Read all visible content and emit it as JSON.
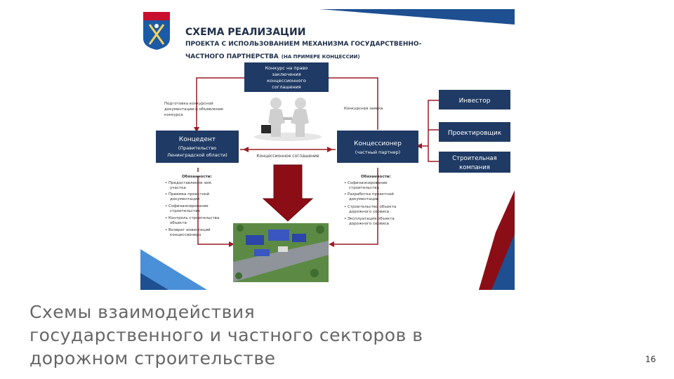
{
  "slide": {
    "caption_lines": [
      "Схемы взаимодействия",
      "государственного и частного секторов в",
      "дорожном строительстве"
    ],
    "page_number": "16"
  },
  "scheme": {
    "title": "СХЕМА РЕАЛИЗАЦИИ",
    "subtitle_line1": "ПРОЕКТА С ИСПОЛЬЗОВАНИЕМ  МЕХАНИЗМА ГОСУДАРСТВЕННО-",
    "subtitle_line2": "ЧАСТНОГО ПАРТНЕРСТВА",
    "subtitle_note": "(НА ПРИМЕРЕ КОНЦЕССИИ)",
    "tender_box": [
      "Конкурс на право",
      "заключения",
      "концессионного",
      "соглашения"
    ],
    "left_label": [
      "Подготовка конкурсной",
      "документации и объявление",
      "конкурса"
    ],
    "right_label": "Конкурсная заявка",
    "concedent": {
      "title": "Концедент",
      "sub": [
        "(Правительство",
        "Ленинградской области)"
      ]
    },
    "concessioner": {
      "title": "Концессионер",
      "sub": "(частный партнер)"
    },
    "agreement_label": "Концессионное соглашение",
    "investor": "Инвестор",
    "designer": "Проектировщик",
    "builder": [
      "Строительная",
      "компания"
    ],
    "left_duties_title": "Обязанности:",
    "left_duties": [
      [
        "Предоставление зем.",
        "участка"
      ],
      [
        "Приемка проектной",
        "документации"
      ],
      [
        "Софинансирование",
        "строительства"
      ],
      [
        "Контроль строительства",
        "объекта"
      ],
      [
        "Возврат инвестиций",
        "концессионера"
      ]
    ],
    "right_duties_title": "Обязанности:",
    "right_duties": [
      [
        "Софинансирование",
        "строительства"
      ],
      [
        "Разработка проектной",
        "документации"
      ],
      [
        "Строительство объекта",
        "дорожного сервиса"
      ],
      [
        "Эксплуатация объекта",
        "дорожного сервиса"
      ]
    ]
  },
  "colors": {
    "navy": "#1f3a64",
    "dark_red": "#8b0d16",
    "blue_stripe": "#1d4f91",
    "light_blue": "#4a90d9",
    "caption": "#666666"
  },
  "icons": {
    "coat_of_arms": "leningrad-oblast-coat-of-arms",
    "handshake": "handshake-figures",
    "arrow": "down-arrow",
    "site_photo": "construction-site-photo"
  }
}
